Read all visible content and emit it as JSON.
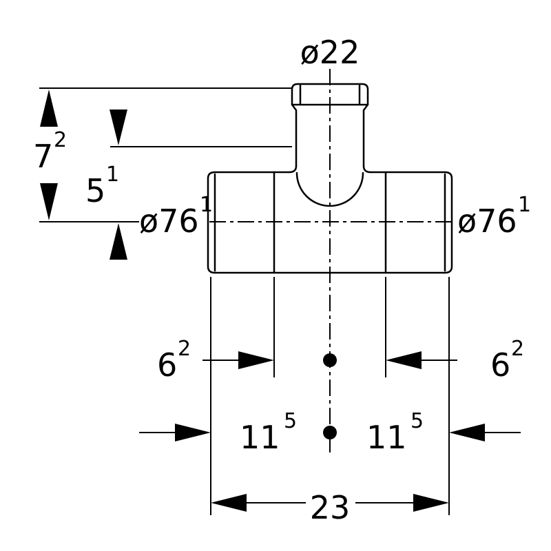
{
  "drawing": {
    "description": "Tee press-fitting technical drawing with dimensions",
    "colors": {
      "line": "#000000",
      "background": "#ffffff"
    },
    "labels": {
      "branch_diameter": {
        "text": "ø22"
      },
      "left_diameter": {
        "text": "ø76",
        "sup": "1"
      },
      "right_diameter": {
        "text": "ø76",
        "sup": "1"
      },
      "height_total": {
        "text": "7",
        "sup": "2"
      },
      "height_branch": {
        "text": "5",
        "sup": "1"
      },
      "insertion_left": {
        "text": "6",
        "sup": "2"
      },
      "insertion_right": {
        "text": "6",
        "sup": "2"
      },
      "half_length_left": {
        "text": "11",
        "sup": "5"
      },
      "half_length_right": {
        "text": "11",
        "sup": "5"
      },
      "total_length": {
        "text": "23"
      }
    }
  }
}
